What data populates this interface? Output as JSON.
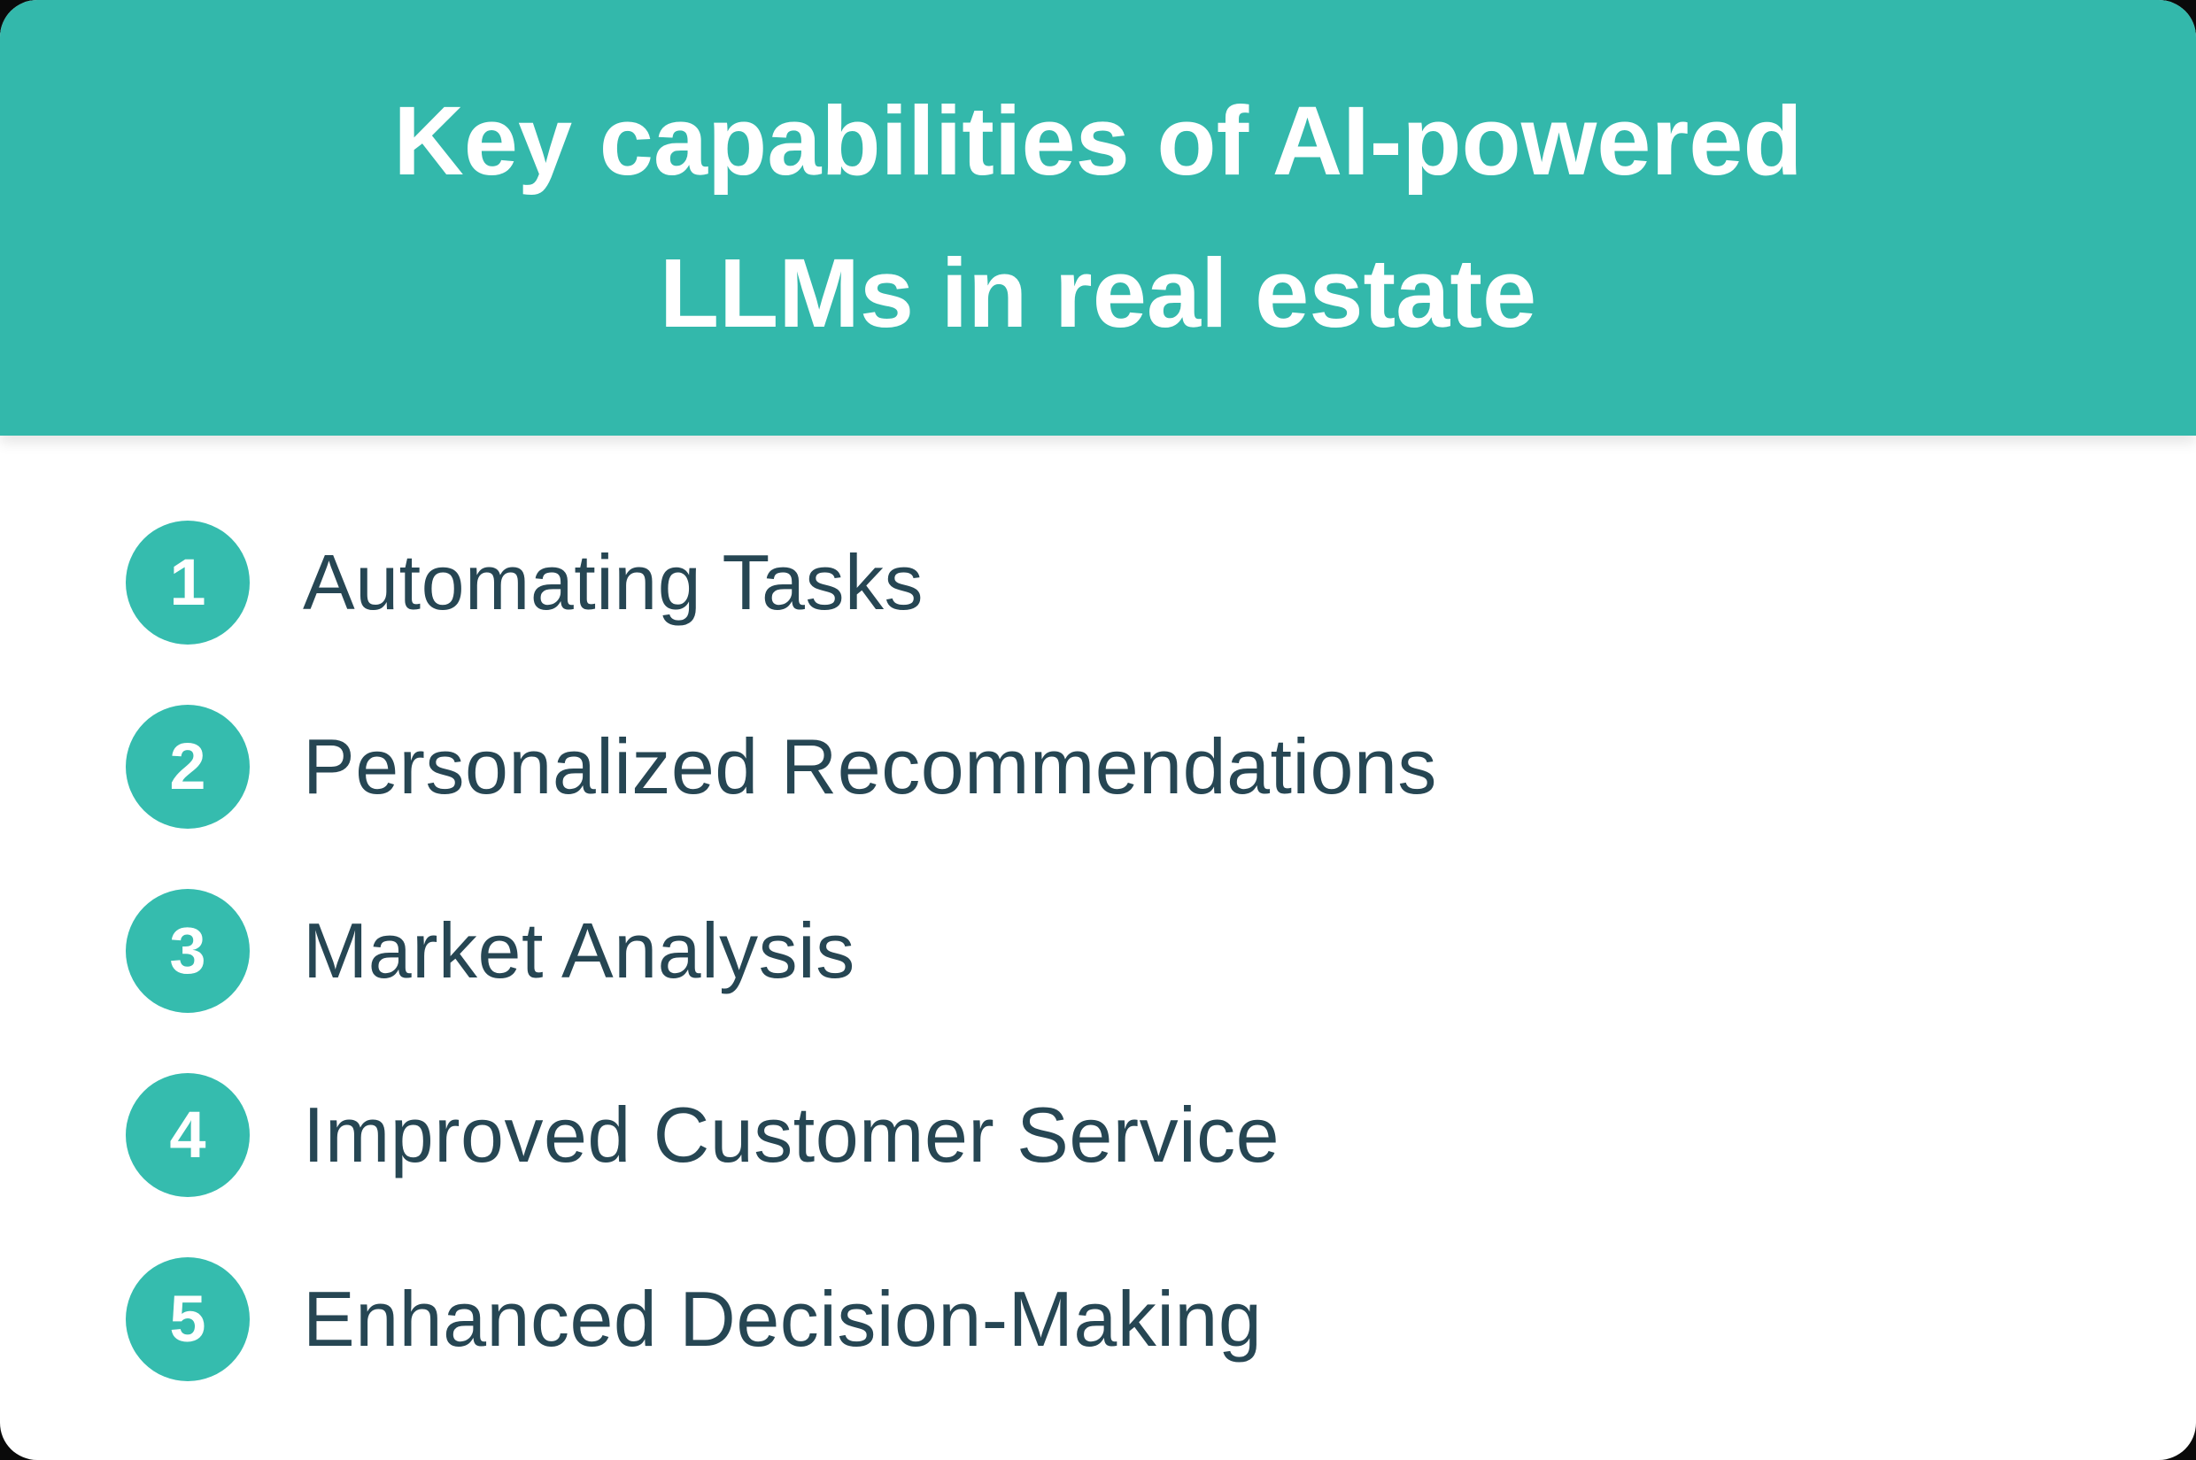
{
  "header": {
    "title": "Key capabilities of AI-powered LLMs in real estate",
    "title_lines": [
      "Key capabilities of AI-powered",
      "LLMs in real estate"
    ]
  },
  "list": {
    "items": [
      {
        "number": "1",
        "label": "Automating Tasks"
      },
      {
        "number": "2",
        "label": "Personalized Recommendations"
      },
      {
        "number": "3",
        "label": "Market Analysis"
      },
      {
        "number": "4",
        "label": "Improved Customer Service"
      },
      {
        "number": "5",
        "label": "Enhanced Decision-Making"
      }
    ]
  },
  "colors": {
    "header_teal": "#33b8ab",
    "circle_teal": "#35bcae",
    "label_dark": "#264653",
    "title_white": "#ffffff",
    "page_background": "#0a0a0a"
  }
}
